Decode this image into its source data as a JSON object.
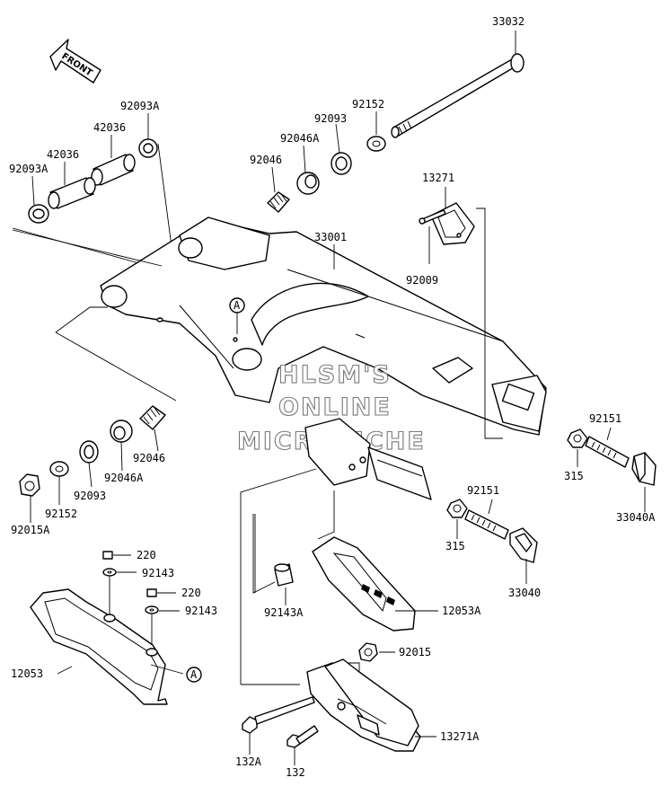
{
  "diagram": {
    "direction_label": "FRONT",
    "reference_marker": "A",
    "watermark_lines": [
      "HLSM'S",
      "ONLINE",
      "MICROFICHE"
    ],
    "part_labels": {
      "p33032": "33032",
      "p92152_top": "92152",
      "p92093A_top": "92093A",
      "p92093_top": "92093",
      "p42036_a": "42036",
      "p42036_b": "42036",
      "p92093A_left": "92093A",
      "p92046A_top": "92046A",
      "p92046_top": "92046",
      "p13271": "13271",
      "p33001": "33001",
      "p92009": "92009",
      "p92151_right": "92151",
      "p315_right": "315",
      "p33040A": "33040A",
      "p92046_bottom": "92046",
      "p92046A_bottom": "92046A",
      "p92093_bottom": "92093",
      "p92152_bottom": "92152",
      "p92015A": "92015A",
      "p92151_mid": "92151",
      "p315_mid": "315",
      "p33040": "33040",
      "p220_a": "220",
      "p92143_a": "92143",
      "p220_b": "220",
      "p92143_b": "92143",
      "p92143A": "92143A",
      "p12053A": "12053A",
      "p12053": "12053",
      "p92015": "92015",
      "p132A": "132A",
      "p132": "132",
      "p13271A": "13271A"
    }
  }
}
